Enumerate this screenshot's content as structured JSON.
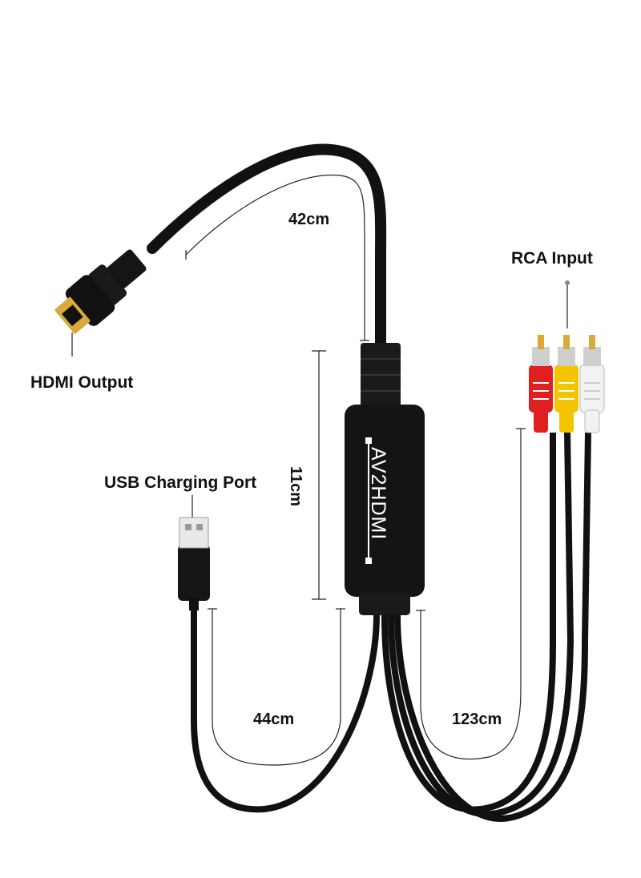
{
  "labels": {
    "hdmi_output": "HDMI Output",
    "usb_port": "USB Charging Port",
    "rca_input": "RCA Input"
  },
  "dimensions": {
    "hdmi_cable": "42cm",
    "box_length": "11cm",
    "usb_cable": "44cm",
    "rca_cable": "123cm"
  },
  "device": {
    "brand_text": "AV2HDMI"
  },
  "colors": {
    "cable": "#111111",
    "gold": "#d9a93a",
    "rca_red": "#e02020",
    "rca_yellow": "#f4c400",
    "rca_white": "#f2f2f2"
  }
}
